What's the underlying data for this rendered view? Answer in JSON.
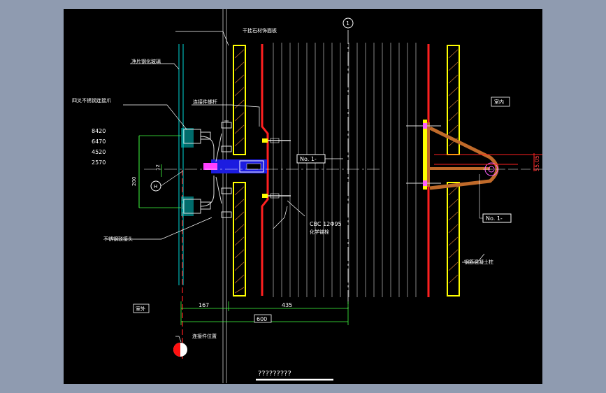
{
  "colors": {
    "background": "#000000",
    "frame": "#8f9bb0",
    "stone_line": "#ffff00",
    "red_line": "#ff2020",
    "steel": "#3030ff",
    "bracket": "#c06a2a",
    "glass": "#00d8d8",
    "dimension": "#40ff40",
    "text": "#ffffff"
  },
  "labels": {
    "stone_panel": "干挂石材饰面板",
    "tempered_glass": "净片钢化玻璃",
    "stainless_claw": "四叉不锈钢连接爪",
    "connector_bolt": "连接件螺杆",
    "stainless_head": "不锈钢驳接头",
    "exterior": "室外",
    "interior": "室内",
    "concrete_column": "钢筋混凝土柱",
    "connector_position": "连接件位置",
    "bolt_spec": "CBC  12Φ95",
    "bolt_note": "化学锚栓",
    "tag_left": "No. 1-",
    "tag_right": "No. 1-",
    "axis_one": "1",
    "axis_h": "H",
    "title": "?????????"
  },
  "dimensions": {
    "d167": "167",
    "d435": "435",
    "d600": "600",
    "d55": "55.05",
    "d200": "200",
    "d12": "12",
    "levels": [
      "8420",
      "6470",
      "4520",
      "2570"
    ]
  }
}
